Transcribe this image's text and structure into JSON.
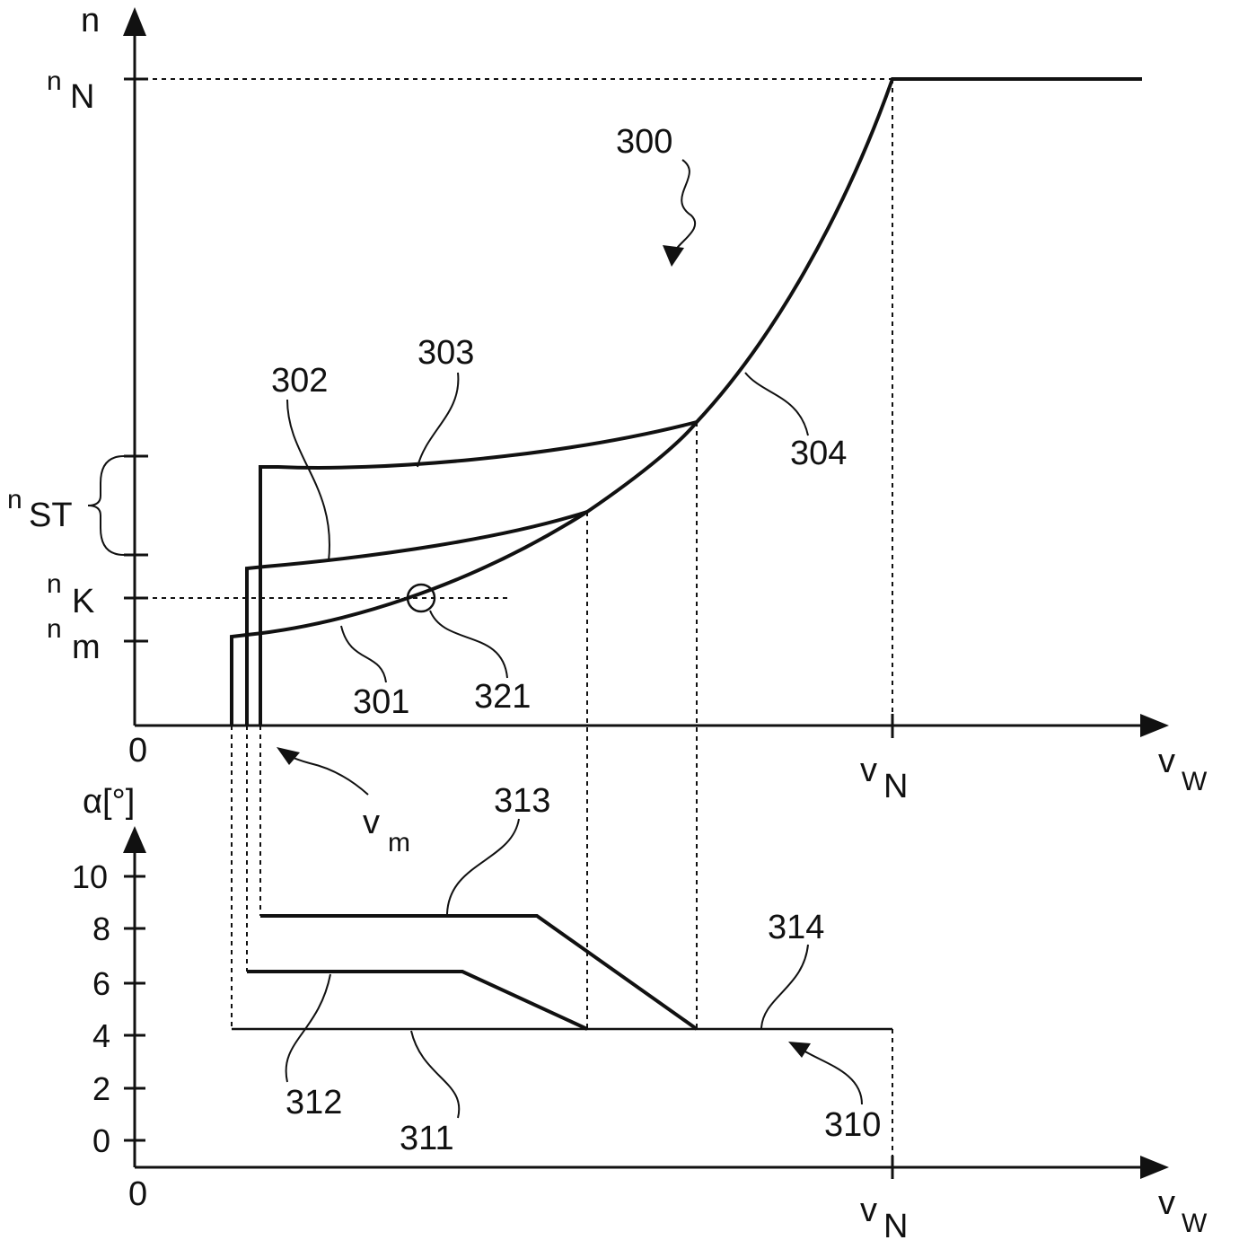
{
  "upper": {
    "y_axis_label": "n",
    "x_axis_label": {
      "main": "v",
      "sub": "W"
    },
    "origin": "0",
    "y_ticks": {
      "nN": {
        "main": "n",
        "sub": "N"
      },
      "nST": {
        "main": "n",
        "sub": "ST"
      },
      "nK": {
        "main": "n",
        "sub": "K"
      },
      "nm": {
        "main": "n",
        "sub": "m"
      }
    },
    "x_ticks": {
      "vN": {
        "main": "v",
        "sub": "N"
      },
      "vm": {
        "main": "v",
        "sub": "m"
      }
    },
    "refs": {
      "r300": "300",
      "r301": "301",
      "r302": "302",
      "r303": "303",
      "r304": "304",
      "r321": "321"
    }
  },
  "lower": {
    "y_axis_label": "α[°]",
    "x_axis_label": {
      "main": "v",
      "sub": "W"
    },
    "origin": "0",
    "y_ticks": [
      "0",
      "2",
      "4",
      "6",
      "8",
      "10"
    ],
    "x_ticks": {
      "vN": {
        "main": "v",
        "sub": "N"
      }
    },
    "refs": {
      "r310": "310",
      "r311": "311",
      "r312": "312",
      "r313": "313",
      "r314": "314"
    }
  }
}
